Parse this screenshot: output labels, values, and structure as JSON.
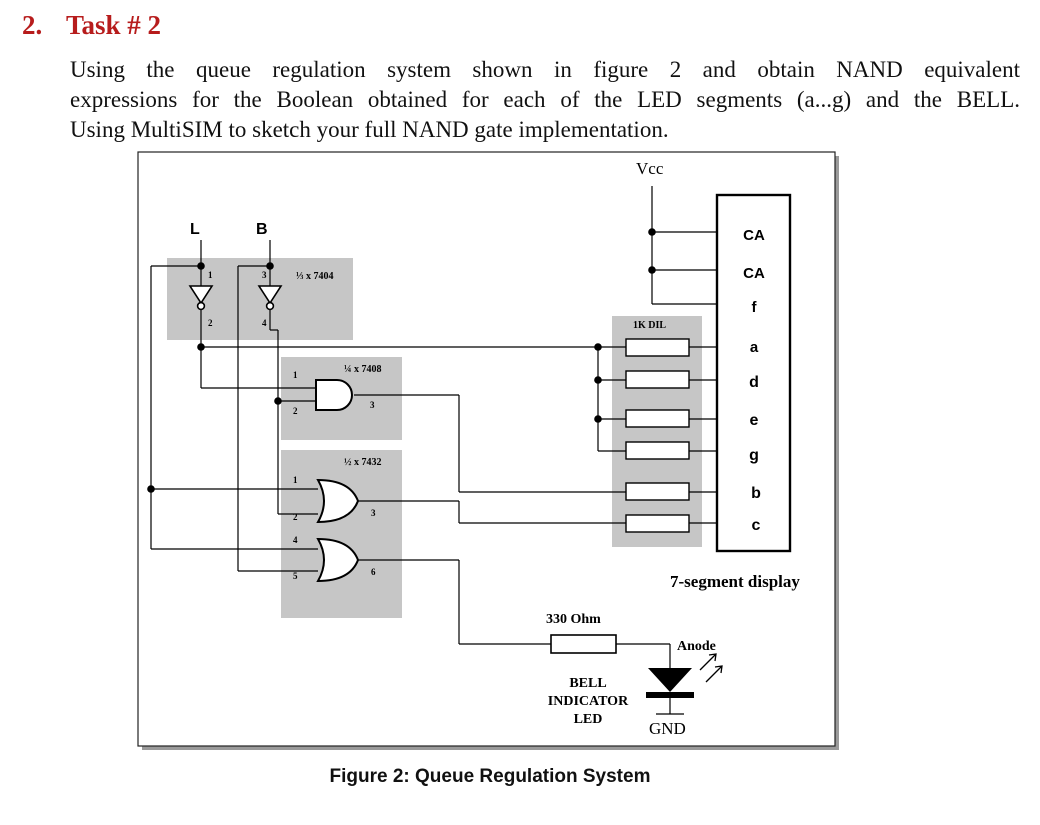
{
  "header": {
    "number": "2.",
    "title": "Task # 2"
  },
  "paragraph": [
    "Using the queue regulation system shown in figure 2 and obtain NAND equivalent",
    "expressions for the Boolean obtained for each of the LED  segments (a...g) and the BELL.",
    "Using MultiSIM to sketch your full NAND gate implementation."
  ],
  "figure": {
    "caption": "Figure 2: Queue Regulation System",
    "inputs": {
      "l": "L",
      "b": "B"
    },
    "chips": {
      "inv": "⅓ x 7404",
      "and": "¼ x 7408",
      "or": "½ x 7432",
      "resistors": "1K DIL"
    },
    "pins": {
      "inv1_in": "1",
      "inv1_out": "2",
      "inv2_in": "3",
      "inv2_out": "4",
      "and_in1": "1",
      "and_in2": "2",
      "and_out": "3",
      "or1_in1": "1",
      "or1_in2": "2",
      "or1_out": "3",
      "or2_in1": "4",
      "or2_in2": "5",
      "or2_out": "6"
    },
    "vcc": "Vcc",
    "display": {
      "label": "7-segment display",
      "pins": [
        "CA",
        "CA",
        "f",
        "a",
        "d",
        "e",
        "g",
        "b",
        "c"
      ]
    },
    "bell": {
      "resistor": "330 Ohm",
      "label_line1": "BELL",
      "label_line2": "INDICATOR",
      "label_line3": "LED",
      "anode": "Anode",
      "gnd": "GND"
    }
  }
}
